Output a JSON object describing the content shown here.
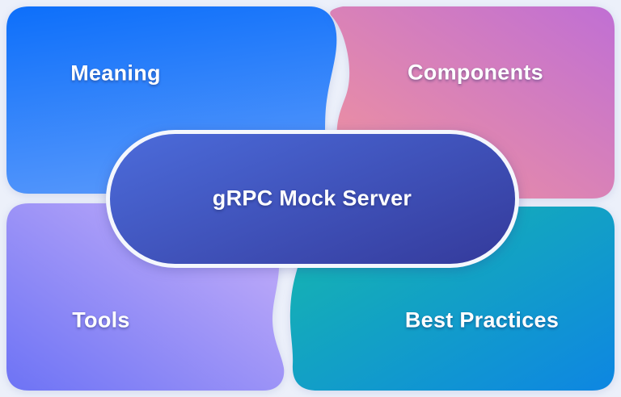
{
  "diagram": {
    "title": "gRPC Mock Server",
    "center": {
      "label": "gRPC Mock Server"
    },
    "cards": [
      {
        "id": "meaning",
        "label": "Meaning",
        "gradient": [
          "#0d6ffa",
          "#5295fb"
        ]
      },
      {
        "id": "components",
        "label": "Components",
        "gradient": [
          "#f2949b",
          "#c06fd4"
        ]
      },
      {
        "id": "tools",
        "label": "Tools",
        "gradient": [
          "#6d73f5",
          "#cbb3f9"
        ]
      },
      {
        "id": "best-practices",
        "label": "Best Practices",
        "gradient": [
          "#16b9ab",
          "#0e86e2"
        ]
      }
    ],
    "colors": {
      "background": "#ecf0fa",
      "pill_border": "#f4f7fd",
      "pill_gradient": [
        "#4c6cdb",
        "#363ea0"
      ],
      "label_text": "#ffffff"
    }
  }
}
